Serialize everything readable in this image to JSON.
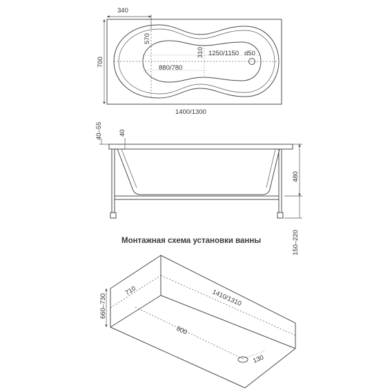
{
  "top_view": {
    "dim_340": "340",
    "dim_700": "700",
    "dim_570": "570",
    "dim_310": "310",
    "dim_1250_1150": "1250/1150",
    "dim_d50": "d50",
    "dim_880_780": "880/780",
    "dim_1400_1300": "1400/1300"
  },
  "side_view": {
    "dim_40_55": "40–55",
    "dim_40": "40",
    "dim_480": "480",
    "dim_150_220": "150–220"
  },
  "caption": "Монтажная схема установки ванны",
  "install_view": {
    "dim_660_730": "660–730",
    "dim_710": "710",
    "dim_1410_1310": "1410/1310",
    "dim_800": "800",
    "dim_130": "130"
  }
}
